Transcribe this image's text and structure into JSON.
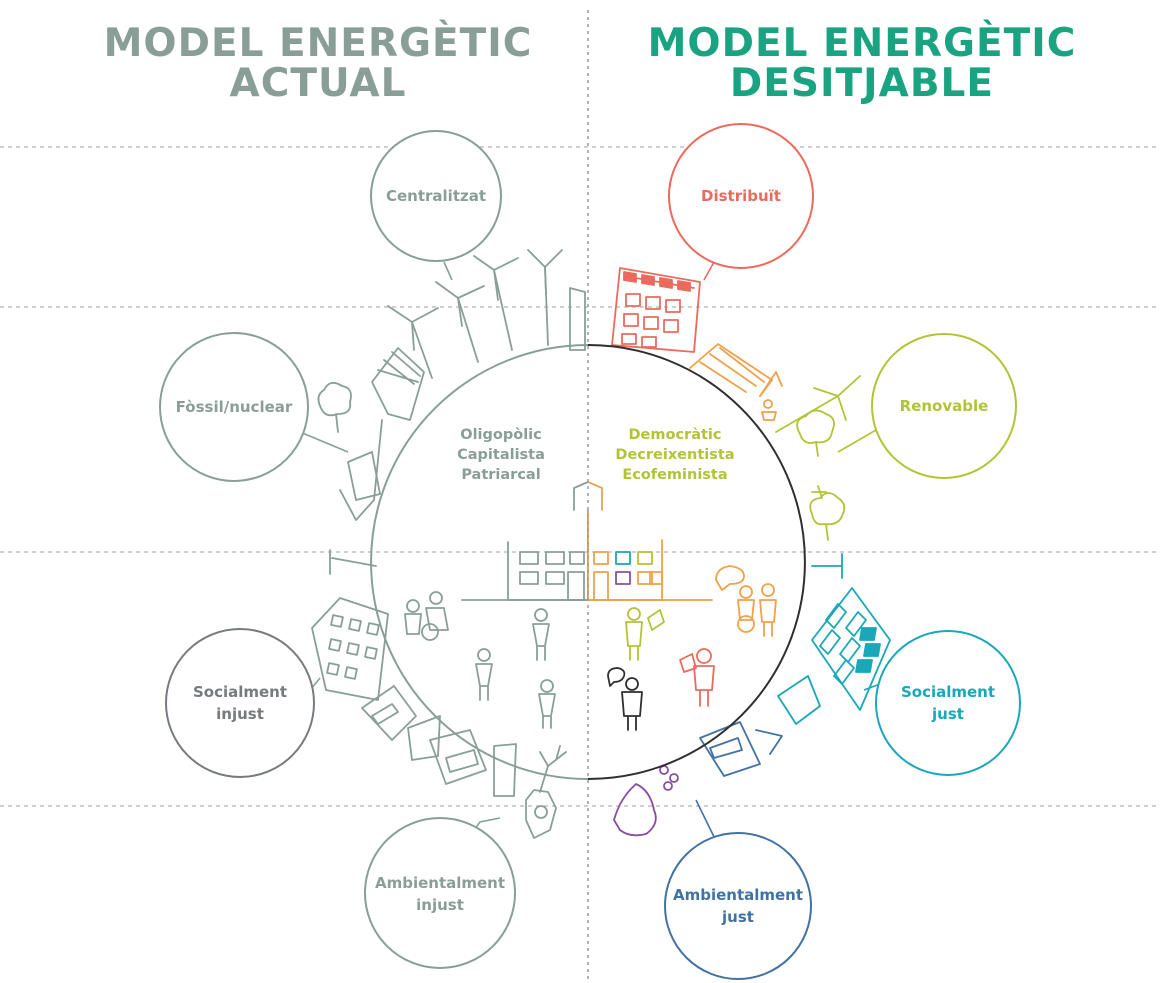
{
  "titles": {
    "left_line1": "MODEL ENERGÈTIC",
    "left_line2": "ACTUAL",
    "right_line1": "MODEL ENERGÈTIC",
    "right_line2": "DESITJABLE"
  },
  "left_center": {
    "line1": "Oligopòlic",
    "line2": "Capitalista",
    "line3": "Patriarcal"
  },
  "right_center": {
    "line1": "Democràtic",
    "line2": "Decreixentista",
    "line3": "Ecofeminista"
  },
  "left_bubbles": {
    "centralitzat": "Centralitzat",
    "fossil": "Fòssil/nuclear",
    "social_line1": "Socialment",
    "social_line2": "injust",
    "ambiental_line1": "Ambientalment",
    "ambiental_line2": "injust"
  },
  "right_bubbles": {
    "distribuit": "Distribuït",
    "renovable": "Renovable",
    "social_line1": "Socialment",
    "social_line2": "just",
    "ambiental_line1": "Ambientalment",
    "ambiental_line2": "just"
  },
  "colors": {
    "grey": "#8a9e98",
    "title_green": "#1aa381",
    "orange": "#f0a14a",
    "red": "#ea6b5e",
    "lime": "#b2c435",
    "teal": "#18a8b8",
    "blue": "#4272a5",
    "purple": "#8a4ea0",
    "dark": "#2f2f2f"
  }
}
